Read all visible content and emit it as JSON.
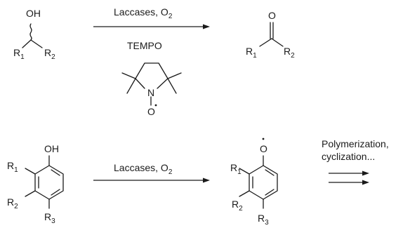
{
  "reaction1": {
    "reactant": {
      "hydroxyl": "OH",
      "r1": "R",
      "r1_sub": "1",
      "r2": "R",
      "r2_sub": "2"
    },
    "arrow_top": "Laccases, O",
    "arrow_top_sub": "2",
    "arrow_bottom": "TEMPO",
    "tempo": {
      "nitrogen": "N",
      "oxygen": "O"
    },
    "product": {
      "carbonyl_o": "O",
      "r1": "R",
      "r1_sub": "1",
      "r2": "R",
      "r2_sub": "2"
    }
  },
  "reaction2": {
    "reactant": {
      "hydroxyl": "OH",
      "r1": "R",
      "r1_sub": "1",
      "r2": "R",
      "r2_sub": "2",
      "r3": "R",
      "r3_sub": "3"
    },
    "arrow_label": "Laccases, O",
    "arrow_label_sub": "2",
    "product": {
      "oxygen": "O",
      "r1": "R",
      "r1_sub": "1",
      "r2": "R",
      "r2_sub": "2",
      "r3": "R",
      "r3_sub": "3"
    },
    "follow_up": {
      "line1": "Polymerization,",
      "line2": "cyclization..."
    }
  }
}
